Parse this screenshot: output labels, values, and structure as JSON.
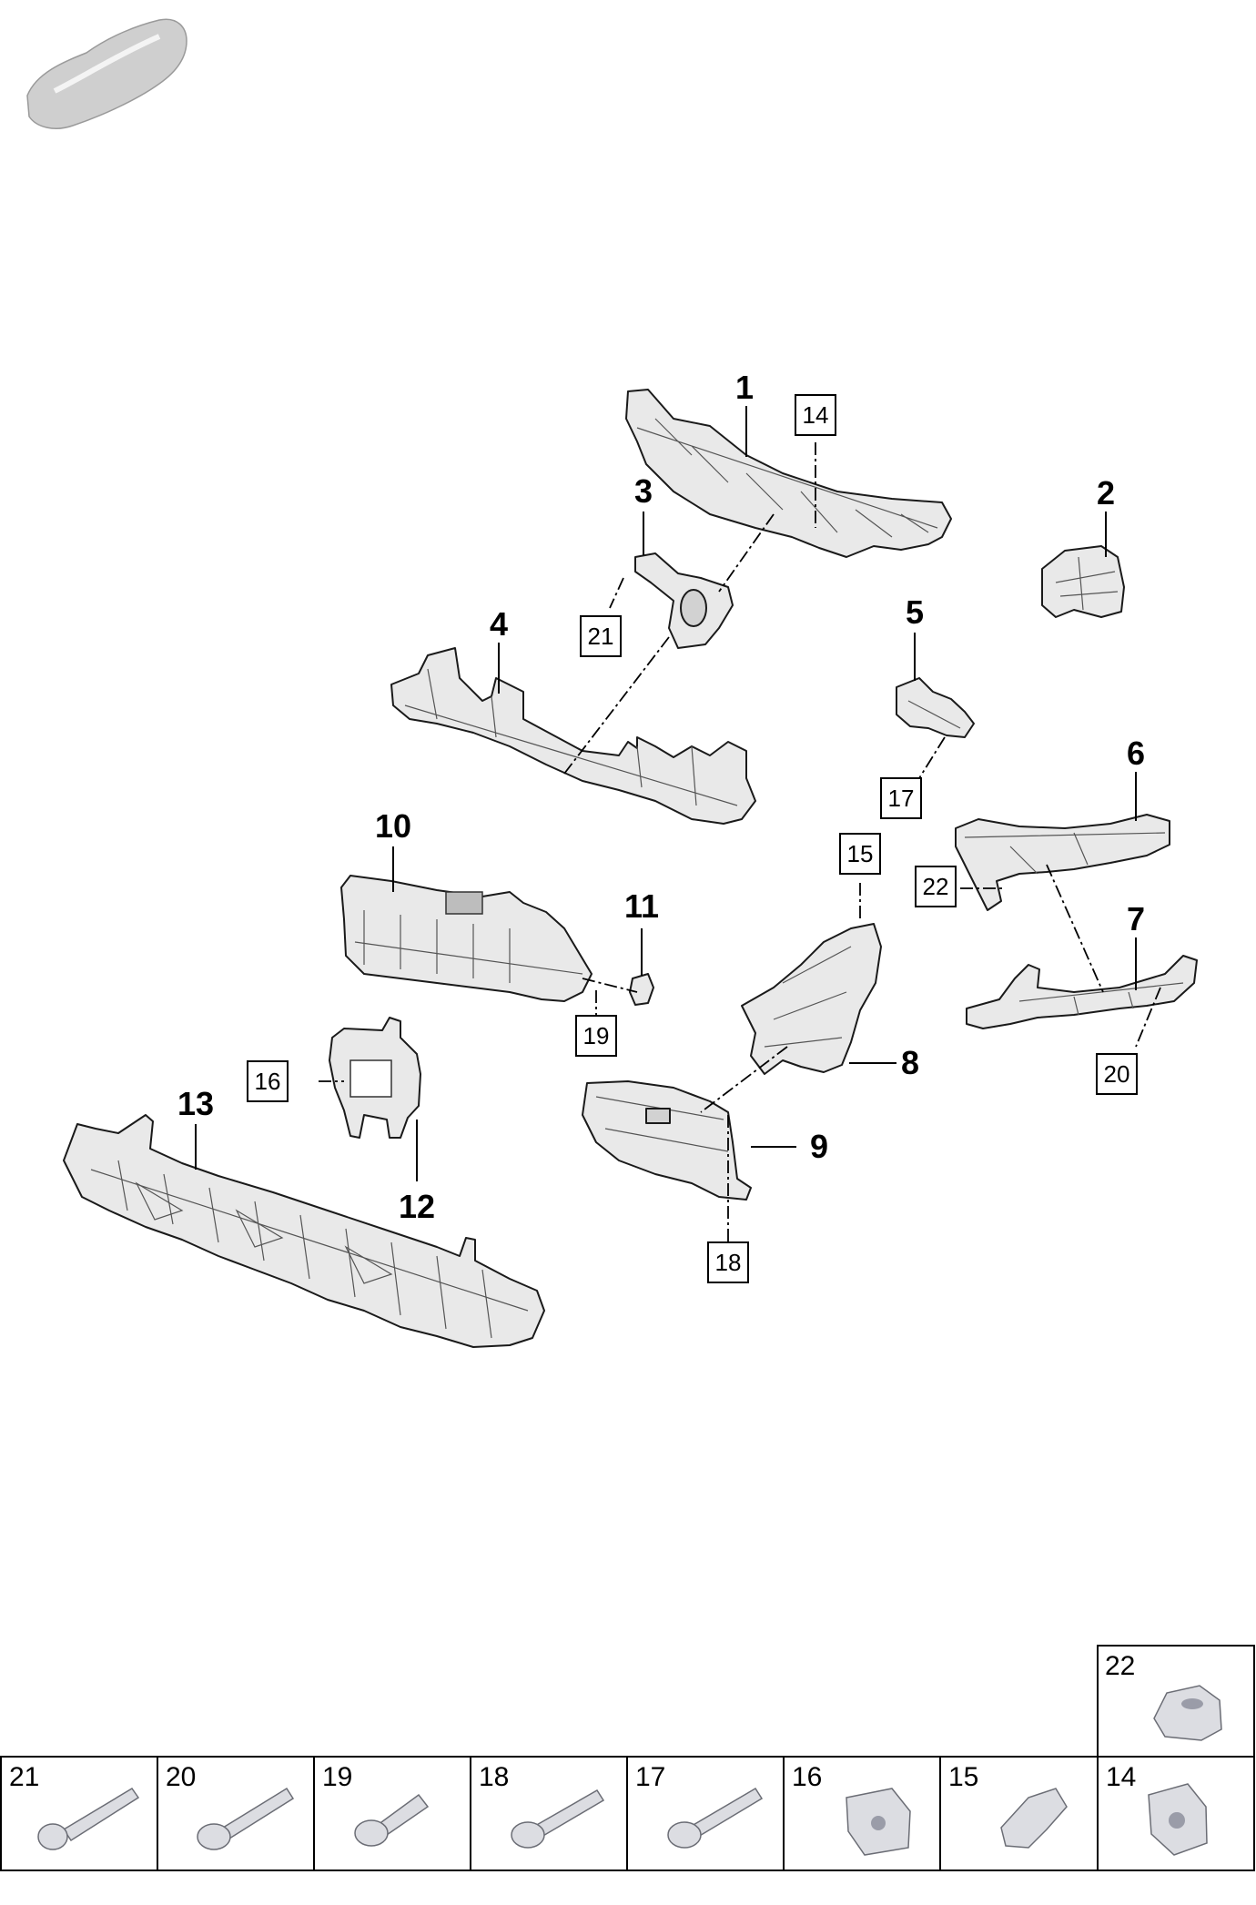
{
  "callouts": [
    "1",
    "2",
    "3",
    "4",
    "5",
    "6",
    "7",
    "8",
    "9",
    "10",
    "11",
    "12",
    "13"
  ],
  "boxed_refs": [
    "14",
    "15",
    "16",
    "17",
    "18",
    "19",
    "20",
    "21",
    "22"
  ],
  "hardware_cells": [
    "22",
    "21",
    "20",
    "19",
    "18",
    "17",
    "16",
    "15",
    "14"
  ],
  "colors": {
    "part_fill": "#e9e9e9",
    "line": "#000000",
    "hardware": "#dcdde2"
  },
  "icons": {
    "vehicle": "car-silhouette-icon"
  }
}
